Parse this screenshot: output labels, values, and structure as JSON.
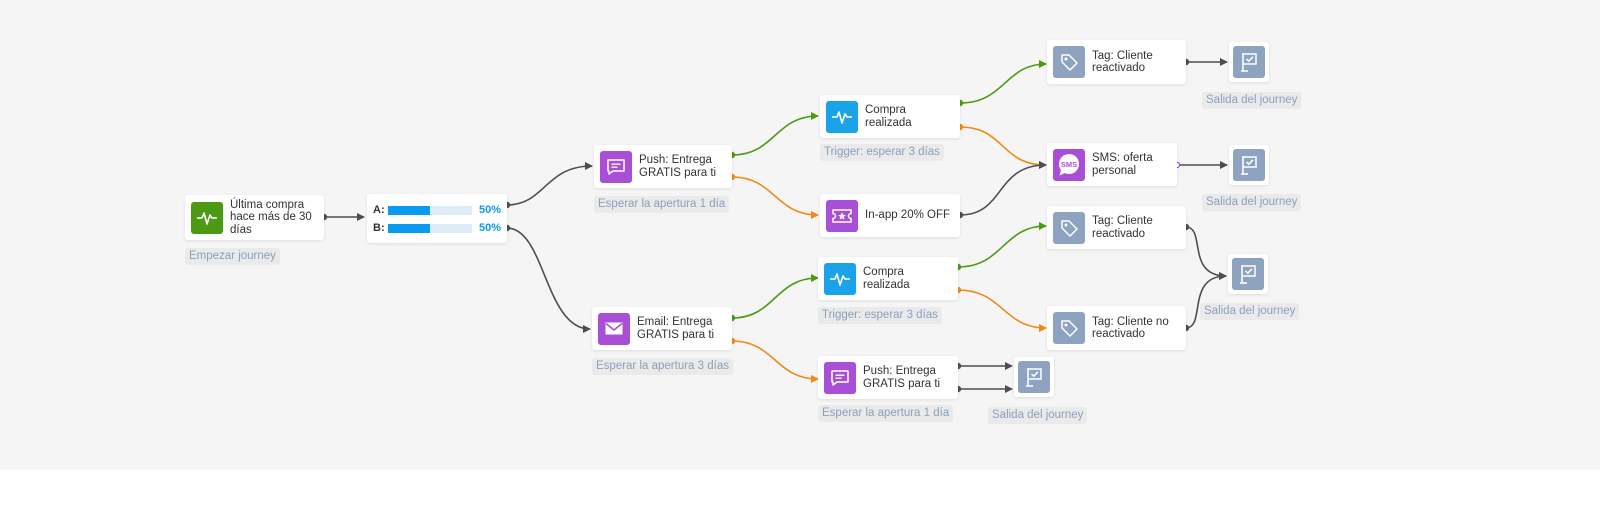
{
  "start": {
    "label": "Última compra hace más de 30 días",
    "caption": "Empezar journey"
  },
  "split": {
    "a_label": "A:",
    "a_value": "50%",
    "a_fraction": 0.5,
    "b_label": "B:",
    "b_value": "50%",
    "b_fraction": 0.5
  },
  "push1": {
    "label": "Push: Entrega GRATIS para ti",
    "caption": "Esperar la apertura 1 día"
  },
  "email1": {
    "label": "Email: Entrega GRATIS para ti",
    "caption": "Esperar la apertura 3 días"
  },
  "purchase_a": {
    "label": "Compra realizada",
    "caption": "Trigger: esperar 3 días"
  },
  "inapp": {
    "label": "In-app 20% OFF"
  },
  "purchase_b": {
    "label": "Compra realizada",
    "caption": "Trigger: esperar 3 días"
  },
  "push2": {
    "label": "Push: Entrega GRATIS para ti",
    "caption": "Esperar la apertura 1 día"
  },
  "tag_a": {
    "label": "Tag: Cliente reactivado"
  },
  "sms": {
    "label": "SMS: oferta personal",
    "icon_text": "SMS"
  },
  "tag_b": {
    "label": "Tag: Cliente reactivado"
  },
  "tag_c": {
    "label": "Tag: Cliente no reactivado"
  },
  "exit_label": "Salida del journey",
  "icons": {
    "start": "activity-icon",
    "push": "chat-bubble-icon",
    "email": "envelope-icon",
    "trigger": "activity-icon",
    "inapp": "ticket-icon",
    "tag": "tag-icon",
    "sms": "sms-bubble-icon",
    "exit": "finish-flag-icon"
  },
  "colors": {
    "canvas": "#f5f5f5",
    "yes_edge": "#4c9a14",
    "no_edge": "#f08a12",
    "neutral_edge": "#4a4f55",
    "split_bar": "#0a9af0",
    "trigger_icon": "#1aa3e8",
    "message_icon": "#a84fd6",
    "start_icon": "#4c9a14",
    "tag_icon": "#8ea3bf",
    "caption_text": "#8aa0bc"
  }
}
